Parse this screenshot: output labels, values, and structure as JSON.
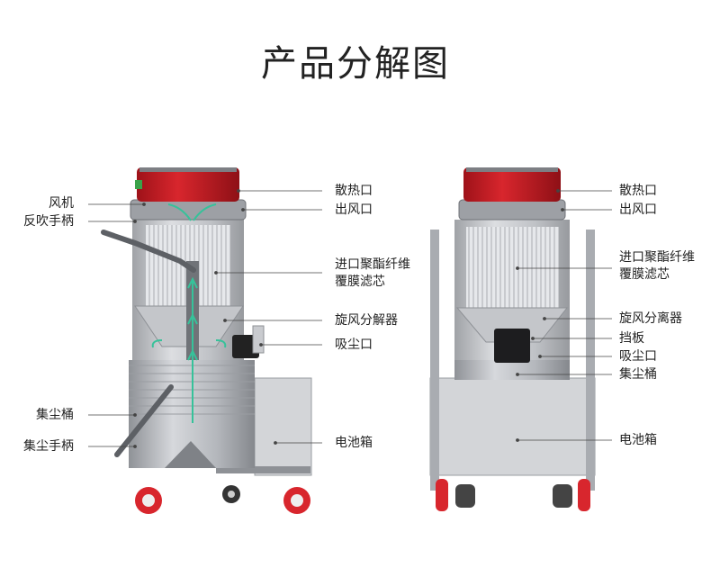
{
  "title": "产品分解图",
  "left_labels": {
    "fan": "风机",
    "reverse_blow_handle": "反吹手柄",
    "dust_bucket": "集尘桶",
    "dust_handle": "集尘手柄"
  },
  "middle_labels": {
    "heat_vent": "散热口",
    "air_outlet": "出风口",
    "filter_line1": "进口聚酯纤维",
    "filter_line2": "覆膜滤芯",
    "cyclone_decomposer": "旋风分解器",
    "suction_port": "吸尘口",
    "battery_box": "电池箱"
  },
  "right_labels": {
    "heat_vent": "散热口",
    "air_outlet": "出风口",
    "filter_line1": "进口聚酯纤维",
    "filter_line2": "覆膜滤芯",
    "cyclone_separator": "旋风分离器",
    "baffle": "挡板",
    "suction_port": "吸尘口",
    "dust_bucket": "集尘桶",
    "battery_box": "电池箱"
  },
  "colors": {
    "motor_red": "#c8202a",
    "steel": "#b9bcc1",
    "steel_dark": "#8d9096",
    "arrow_green": "#36c29a",
    "wheel_red": "#d8262d"
  }
}
